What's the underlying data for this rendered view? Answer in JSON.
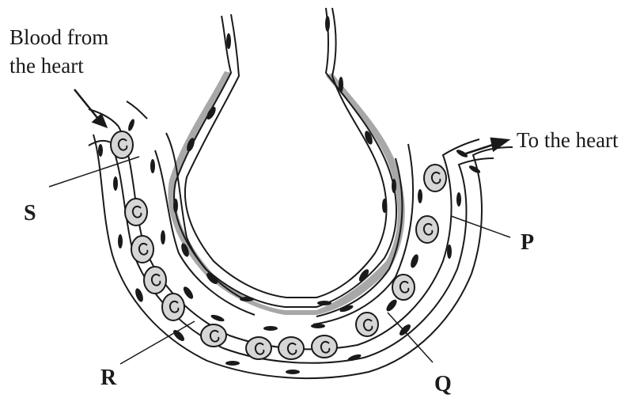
{
  "labels": {
    "blood_from_line1": "Blood from",
    "blood_from_line2": "the heart",
    "to_heart": "To the heart",
    "S": "S",
    "P": "P",
    "R": "R",
    "Q": "Q"
  },
  "colors": {
    "outline": "#1a1a1a",
    "cell_fill": "#d6d6d6",
    "basement_membrane": "#a8a8a8",
    "background": "#ffffff"
  }
}
